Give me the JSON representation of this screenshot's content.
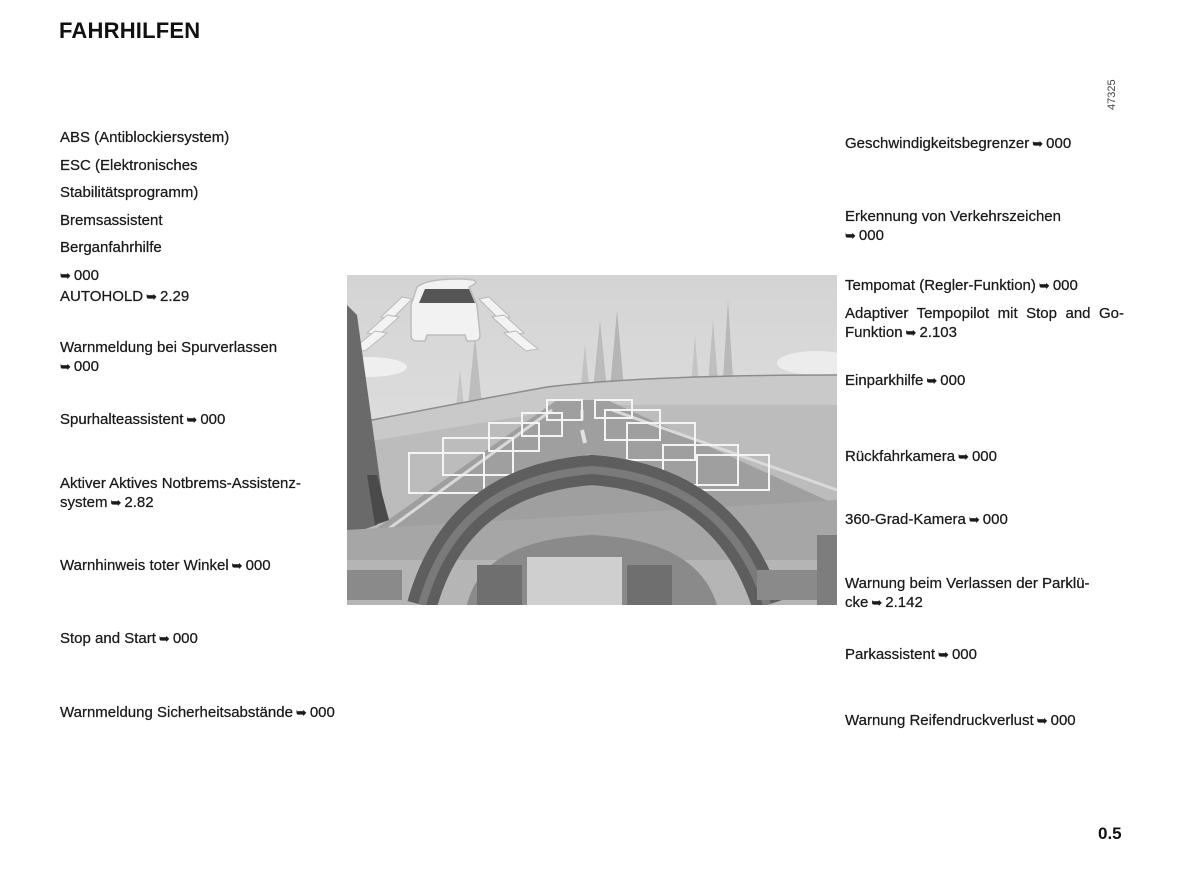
{
  "page": {
    "title": "FAHRHILFEN",
    "page_number": "0.5",
    "figure_code": "47325"
  },
  "icons": {
    "reference_arrow": "➥"
  },
  "left_column": {
    "group1": {
      "lines": [
        "ABS (Antiblockiersystem)",
        "ESC (Elektronisches Stabilitätsprogramm)",
        "Bremsassistent",
        "Berganfahrhilfe"
      ],
      "ref": "000"
    },
    "items": [
      {
        "label": "AUTOHOLD",
        "ref": "2.29"
      },
      {
        "label": "Warnmeldung bei Spurverlassen",
        "ref": "000"
      },
      {
        "label": "Spurhalteassistent",
        "ref": "000"
      },
      {
        "label": "Aktiver Aktives Notbrems-Assistenz-system",
        "ref": "2.82"
      },
      {
        "label": "Warnhinweis toter Winkel",
        "ref": "000"
      },
      {
        "label": "Stop and Start",
        "ref": "000"
      },
      {
        "label": "Warnmeldung Sicherheitsabstände",
        "ref": "000"
      }
    ]
  },
  "right_column": {
    "items": [
      {
        "label": "Geschwindigkeitsbegrenzer",
        "ref": "000"
      },
      {
        "label": "Erkennung von Verkehrszeichen",
        "ref": "000"
      },
      {
        "label": "Tempomat (Regler-Funktion)",
        "ref": "000"
      },
      {
        "label": "Adaptiver Tempopilot mit Stop and Go-Funktion",
        "ref": "2.103"
      },
      {
        "label": "Einparkhilfe",
        "ref": "000"
      },
      {
        "label": "Rückfahrkamera",
        "ref": "000"
      },
      {
        "label": "360-Grad-Kamera",
        "ref": "000"
      },
      {
        "label": "Warnung beim Verlassen der Parklü-cke",
        "ref": "2.142"
      },
      {
        "label": "Parkassistent",
        "ref": "000"
      },
      {
        "label": "Warnung Reifendruckverlust",
        "ref": "000"
      }
    ]
  },
  "illustration": {
    "description": "driver-view-driving-assistance-illustration"
  }
}
